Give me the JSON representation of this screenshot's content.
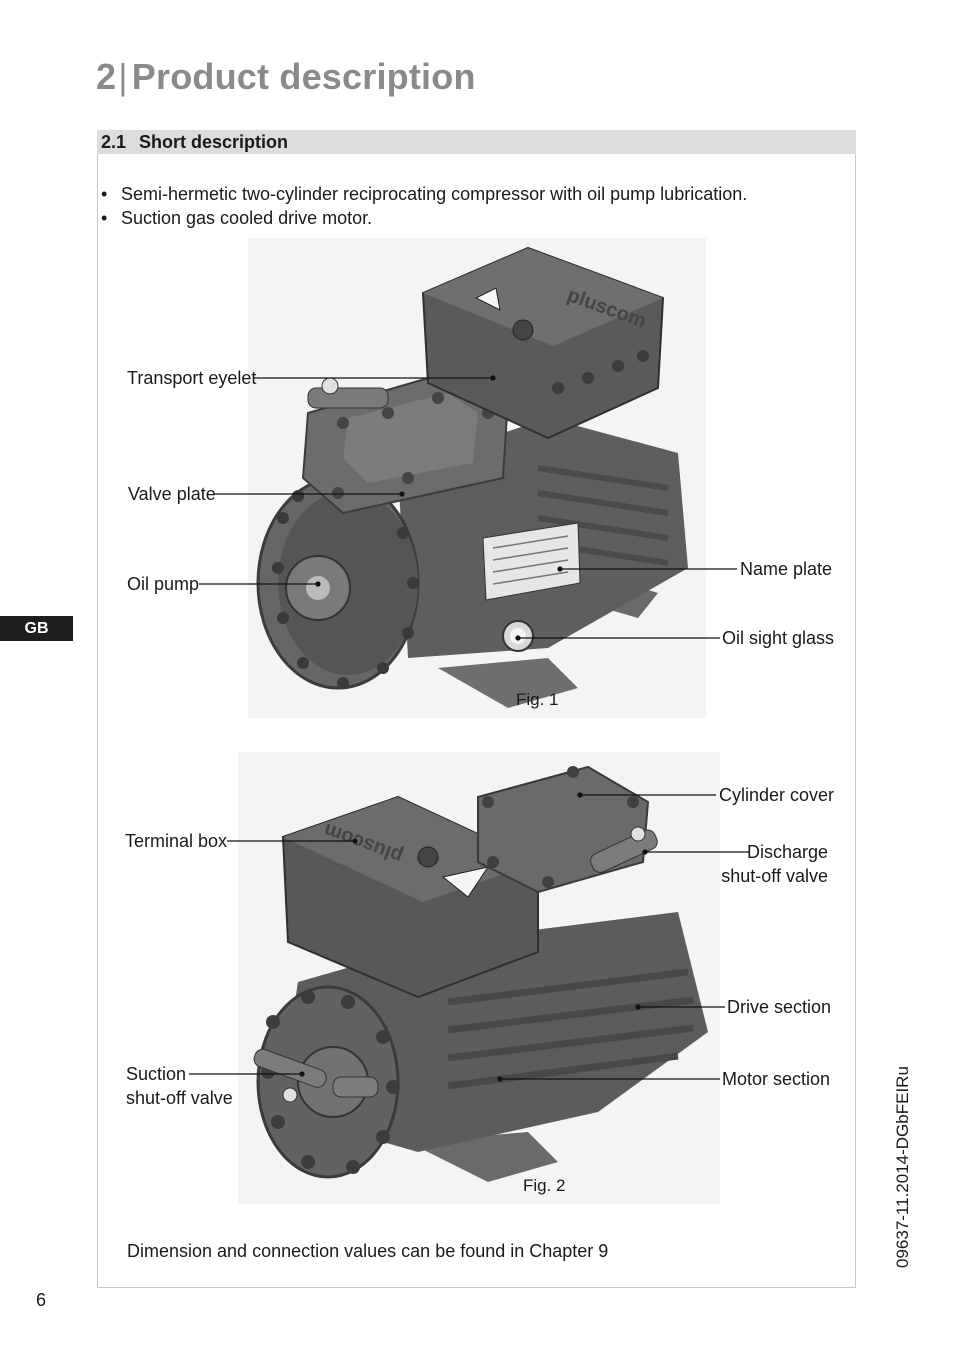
{
  "chapter": {
    "number": "2",
    "separator": "|",
    "title": "Product description"
  },
  "section": {
    "number": "2.1",
    "title": "Short description"
  },
  "bullets": [
    "Semi-hermetic two-cylinder reciprocating compressor with oil pump lubrication.",
    "Suction gas cooled drive motor."
  ],
  "side_tab": "GB",
  "figure1": {
    "caption": "Fig. 1",
    "labels": {
      "transport_eyelet": "Transport eyelet",
      "valve_plate": "Valve plate",
      "oil_pump": "Oil pump",
      "name_plate": "Name plate",
      "oil_sight_glass": "Oil sight glass"
    },
    "brand": "pluscom"
  },
  "figure2": {
    "caption": "Fig. 2",
    "labels": {
      "cylinder_cover": "Cylinder cover",
      "terminal_box": "Terminal box",
      "discharge_1": "Discharge",
      "discharge_2": "shut-off valve",
      "drive_section": "Drive section",
      "motor_section": "Motor section",
      "suction_1": "Suction",
      "suction_2": "shut-off valve"
    },
    "brand": "pluscom"
  },
  "footer_note": "Dimension and connection values can be found in Chapter 9",
  "page_number": "6",
  "doc_id": "09637-11.2014-DGbFEIRu"
}
